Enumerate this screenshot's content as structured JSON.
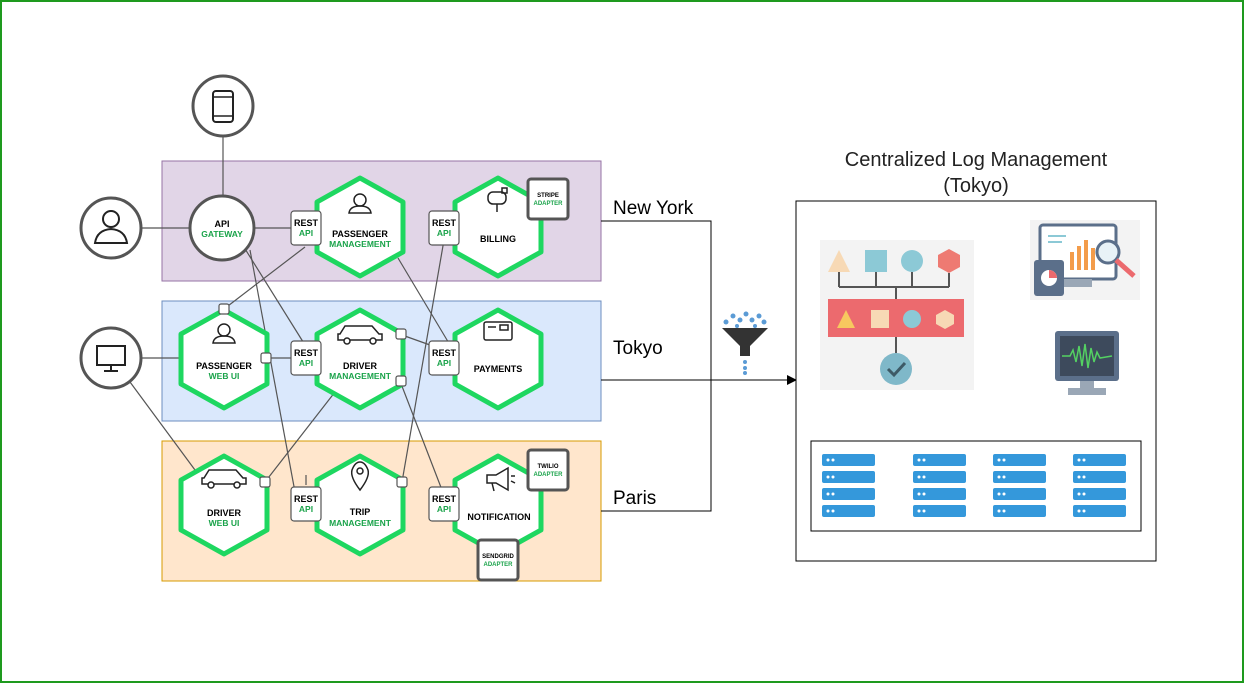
{
  "regions": [
    {
      "name": "New York",
      "fill": "#e1d5e7",
      "stroke": "#9673a6"
    },
    {
      "name": "Tokyo",
      "fill": "#dae8fc",
      "stroke": "#6c8ebf"
    },
    {
      "name": "Paris",
      "fill": "#ffe6cc",
      "stroke": "#d79b00"
    }
  ],
  "gateway": {
    "line1": "API",
    "line2": "GATEWAY"
  },
  "rest_api": {
    "line1": "REST",
    "line2": "API"
  },
  "services": {
    "passenger_management": {
      "line1": "PASSENGER",
      "line2": "MANAGEMENT"
    },
    "billing": {
      "line1": "BILLING"
    },
    "passenger_web_ui": {
      "line1": "PASSENGER",
      "line2": "WEB UI"
    },
    "driver_management": {
      "line1": "DRIVER",
      "line2": "MANAGEMENT"
    },
    "payments": {
      "line1": "PAYMENTS"
    },
    "driver_web_ui": {
      "line1": "DRIVER",
      "line2": "WEB UI"
    },
    "trip_management": {
      "line1": "TRIP",
      "line2": "MANAGEMENT"
    },
    "notification": {
      "line1": "NOTIFICATION"
    }
  },
  "adapters": {
    "stripe": {
      "line1": "STRIPE",
      "line2": "ADAPTER"
    },
    "twilio": {
      "line1": "TWILIO",
      "line2": "ADAPTER"
    },
    "sendgrid": {
      "line1": "SENDGRID",
      "line2": "ADAPTER"
    }
  },
  "log_panel": {
    "title_line1": "Centralized Log Management",
    "title_line2": "(Tokyo)"
  },
  "icons": [
    "mobile-phone-icon",
    "user-icon",
    "monitor-icon",
    "funnel-icon",
    "analytics-dashboard-icon",
    "monitor-waveform-icon",
    "server-rack-icon"
  ],
  "colors": {
    "accent_green": "#1ed760",
    "frame_green": "#1e9a1e",
    "node_gray": "#555555"
  }
}
